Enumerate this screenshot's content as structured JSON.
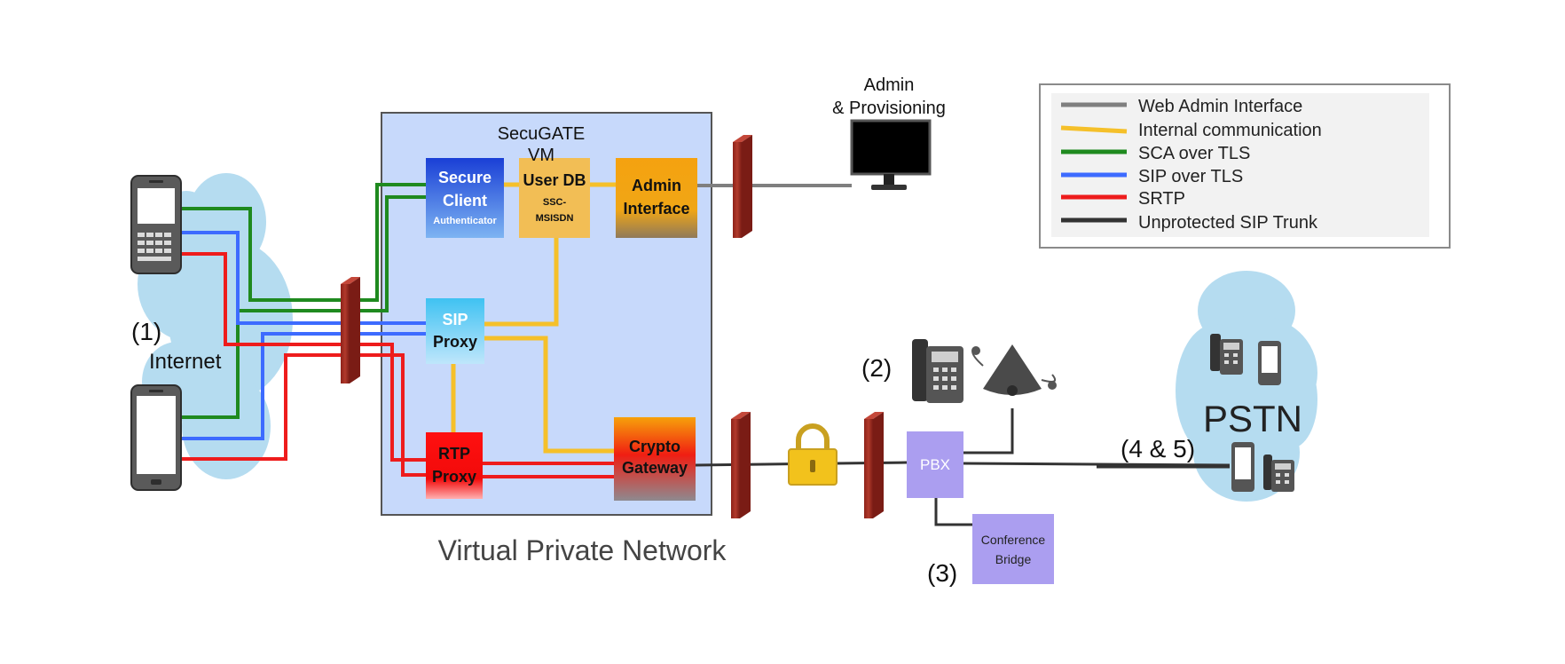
{
  "diagram": {
    "vm_label_line1": "SecuGATE",
    "vm_label_line2": "VM",
    "vpn_caption": "Virtual Private Network",
    "internet_label": "Internet",
    "pstn_label": "PSTN",
    "admin_label_line1": "Admin",
    "admin_label_line2": "& Provisioning",
    "marker_1": "(1)",
    "marker_2": "(2)",
    "marker_3": "(3)",
    "marker_45": "(4 & 5)"
  },
  "components": {
    "secure_client": {
      "line1": "Secure",
      "line2": "Client",
      "line3": "Authenticator"
    },
    "user_db": {
      "line1": "User DB",
      "line2": "SSC-",
      "line3": "MSISDN"
    },
    "admin_interface": {
      "line1": "Admin",
      "line2": "Interface"
    },
    "sip_proxy": {
      "line1": "SIP",
      "line2": "Proxy"
    },
    "rtp_proxy": {
      "line1": "RTP",
      "line2": "Proxy"
    },
    "crypto_gateway": {
      "line1": "Crypto",
      "line2": "Gateway"
    },
    "pbx": {
      "label": "PBX"
    },
    "conference_bridge": {
      "line1": "Conference",
      "line2": "Bridge"
    }
  },
  "legend": {
    "items": [
      {
        "label": "Web Admin Interface",
        "color": "#7f7f7f"
      },
      {
        "label": "Internal communication",
        "color": "#f5c02a"
      },
      {
        "label": "SCA over TLS",
        "color": "#1f8a1f"
      },
      {
        "label": "SIP over TLS",
        "color": "#3d6bff"
      },
      {
        "label": "SRTP",
        "color": "#ee1c1c"
      },
      {
        "label": "Unprotected SIP Trunk",
        "color": "#333333"
      }
    ]
  },
  "colors": {
    "vm_fill": "#c7d9fb",
    "cloud": "#b5dcf0",
    "firewall": "#a83226",
    "pbx_fill": "#ab9ef0"
  }
}
